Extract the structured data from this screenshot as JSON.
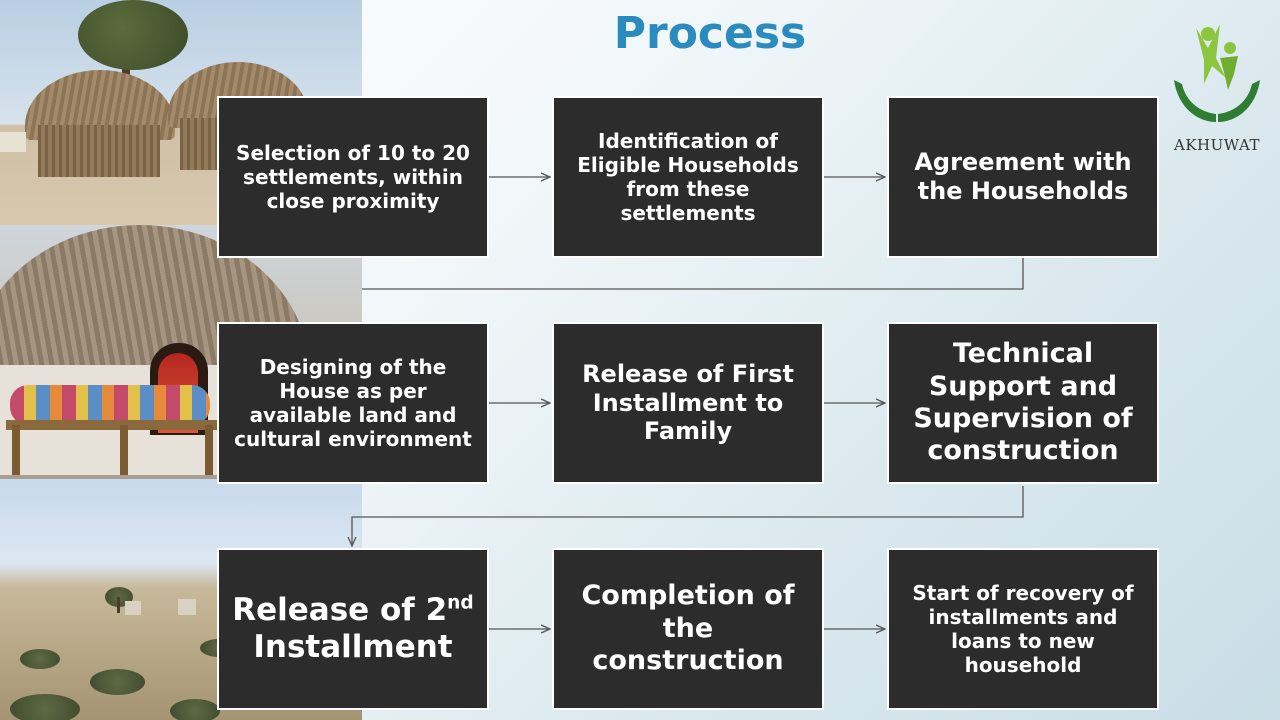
{
  "title": "Process",
  "logo": {
    "name": "AKHUWAT",
    "colors": {
      "figure": "#8cc63f",
      "hands": "#2e7d32"
    }
  },
  "steps": [
    {
      "label": "Selection of 10 to 20 settlements, within close proximity"
    },
    {
      "label": "Identification of Eligible Households from these settlements"
    },
    {
      "label": "Agreement with the Households"
    },
    {
      "label": "Designing of the House as per available land and cultural environment"
    },
    {
      "label": "Release of First Installment to Family"
    },
    {
      "label": "Technical Support and Supervision of construction"
    },
    {
      "label_prefix": "Release of 2",
      "label_sup": "nd",
      "label_suffix": "Installment"
    },
    {
      "label": "Completion of the construction"
    },
    {
      "label": "Start of recovery of installments and loans to new household"
    }
  ],
  "colors": {
    "title": "#2a8bbf",
    "box_fill": "#2c2c2c",
    "box_text": "#ffffff",
    "connector": "#555555"
  }
}
